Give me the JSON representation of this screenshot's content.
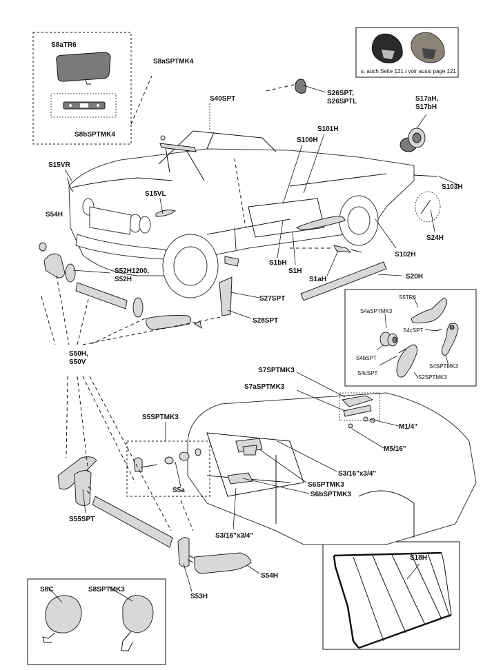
{
  "labels": {
    "s8atr6": "S8aTR6",
    "s8asptmk4": "S8aSPTMK4",
    "s8bsptmk4": "S8bSPTMK4",
    "see_also": "s. auch Seite 121 / voir aussi page 121",
    "s26spt": "S26SPT,",
    "s26sptl": "S26SPTL",
    "s40spt": "S40SPT",
    "s17ah": "S17aH,",
    "s17bh": "S17bH",
    "s101h": "S101H",
    "s100h": "S100H",
    "s15vr": "S15VR",
    "s103h": "S103H",
    "s15vl": "S15VL",
    "s54h_top": "S54H",
    "s24h": "S24H",
    "s102h": "S102H",
    "s1bh": "S1bH",
    "s1h": "S1H",
    "s20h": "S20H",
    "s1ah": "S1aH",
    "s52h1200": "S52H1200,",
    "s52h": "S52H",
    "s27spt": "S27SPT",
    "s28spt": "S28SPT",
    "s5tr6": "S5TR6",
    "s4asptmk3": "S4aSPTMK3",
    "s4cspt_a": "S4cSPT",
    "s4bspt": "S4bSPT",
    "s4cspt_b": "S4cSPT",
    "s4sptmk3": "S4SPTMK3",
    "s2sptmk3": "S2SPTMK3",
    "s50h": "S50H,",
    "s50v": "S50V",
    "s7sptmk3": "S7SPTMK3",
    "s7asptmk3": "S7aSPTMK3",
    "m14": "M1/4\"",
    "m516": "M5/16\"",
    "s5sptmk3": "S5SPTMK3",
    "s5a": "S5a",
    "s316_a": "S3/16\"x3/4\"",
    "s6sptmk3": "S6SPTMK3",
    "s6bsptmk3": "S6bSPTMK3",
    "s55spt": "S55SPT",
    "s316_b": "S3/16\"x3/4\"",
    "s54h_bottom": "S54H",
    "s53h": "S53H",
    "s18h": "S18H",
    "s8c": "S8C",
    "s8sptmk3": "S8SPTMK3"
  }
}
